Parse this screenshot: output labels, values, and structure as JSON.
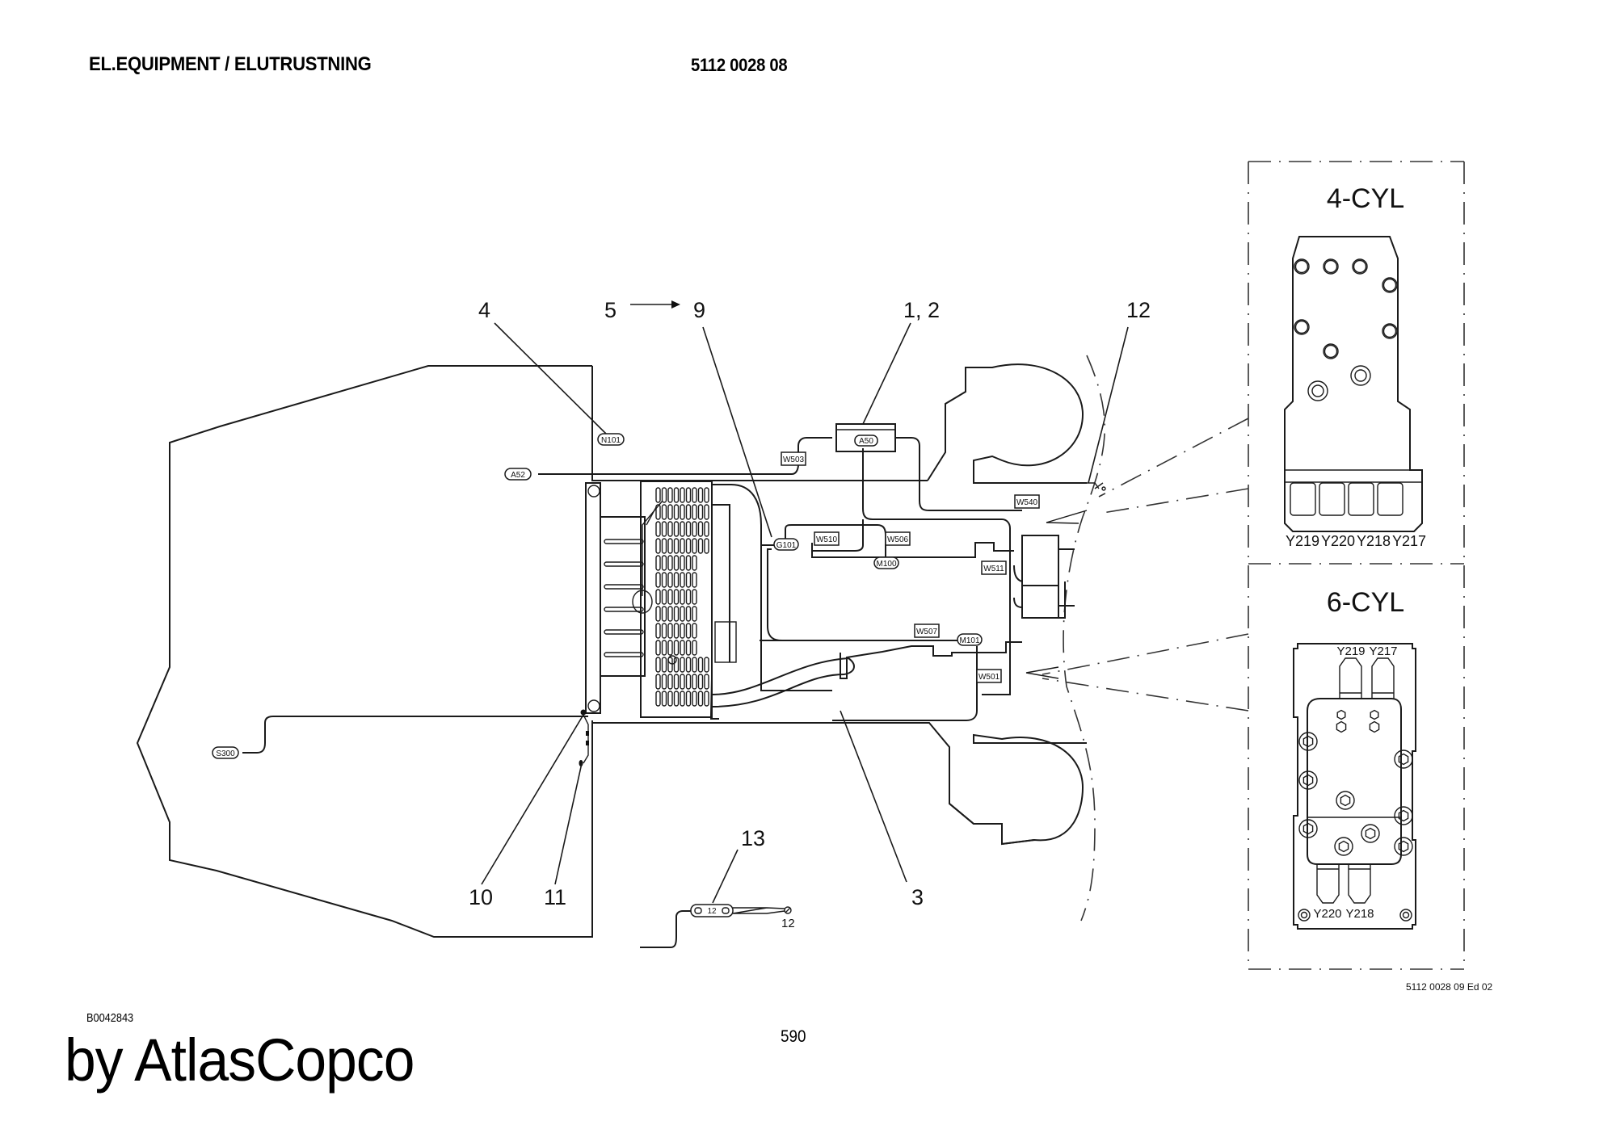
{
  "header": {
    "title": "EL.EQUIPMENT / ELUTRUSTNING",
    "doc_number": "5112 0028 08"
  },
  "footer": {
    "figure_id": "B0042843",
    "page_number": "590",
    "brand": "by AtlasCopco"
  },
  "callouts": {
    "c4": "4",
    "c5": "5",
    "c9": "9",
    "c12": "1, 2",
    "c12b": "12",
    "c10": "10",
    "c11": "11",
    "c3": "3",
    "c13": "13"
  },
  "components": {
    "N101": "N101",
    "A52": "A52",
    "A50": "A50",
    "W503": "W503",
    "W540": "W540",
    "G101": "G101",
    "W510": "W510",
    "W506": "W506",
    "M100": "M100",
    "W511": "W511",
    "W507": "W507",
    "M101": "M101",
    "W501": "W501",
    "S300": "S300"
  },
  "detail_13": {
    "inner_label": "12",
    "end_label": "12"
  },
  "inset_4cyl": {
    "title": "4-CYL",
    "valves": [
      "Y219",
      "Y220",
      "Y218",
      "Y217"
    ]
  },
  "inset_6cyl": {
    "title": "6-CYL",
    "top_valves": [
      "Y219",
      "Y217"
    ],
    "bottom_valves": [
      "Y220",
      "Y218"
    ]
  },
  "drawing_ref": "5112 0028 09 Ed 02"
}
